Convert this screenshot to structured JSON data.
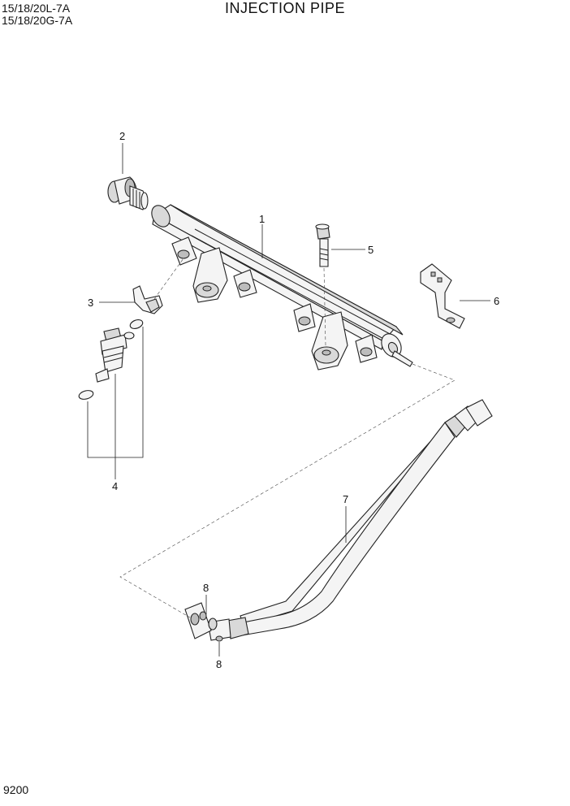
{
  "header": {
    "model_line1": "15/18/20L-7A",
    "model_line2": "15/18/20G-7A",
    "title": "INJECTION PIPE"
  },
  "footer": {
    "page_number": "9200"
  },
  "callouts": {
    "c1": "1",
    "c2": "2",
    "c3": "3",
    "c4": "4",
    "c5": "5",
    "c6": "6",
    "c7": "7",
    "c8a": "8",
    "c8b": "8"
  }
}
